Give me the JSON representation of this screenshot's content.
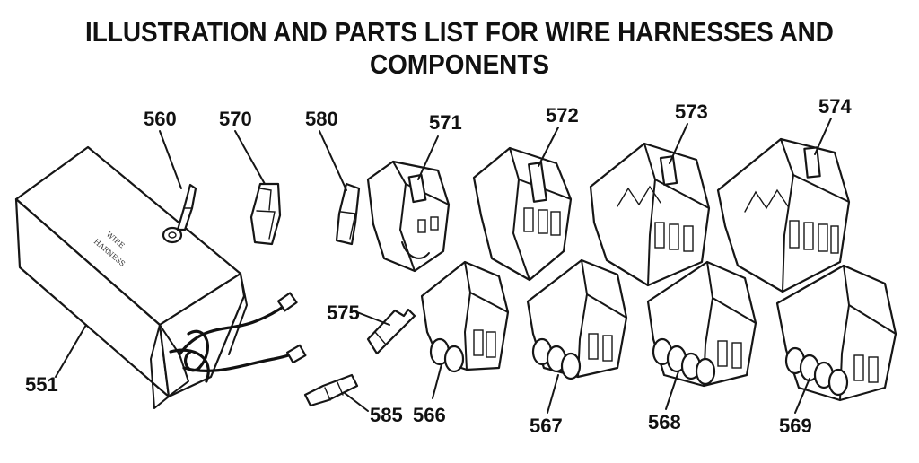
{
  "title": "ILLUSTRATION AND PARTS LIST FOR WIRE HARNESSES AND COMPONENTS",
  "labels": {
    "p551": "551",
    "p560": "560",
    "p566": "566",
    "p567": "567",
    "p568": "568",
    "p569": "569",
    "p570": "570",
    "p571": "571",
    "p572": "572",
    "p573": "573",
    "p574": "574",
    "p575": "575",
    "p580": "580",
    "p585": "585"
  },
  "box_text": {
    "line1": "WIRE",
    "line2": "HARNESS"
  }
}
